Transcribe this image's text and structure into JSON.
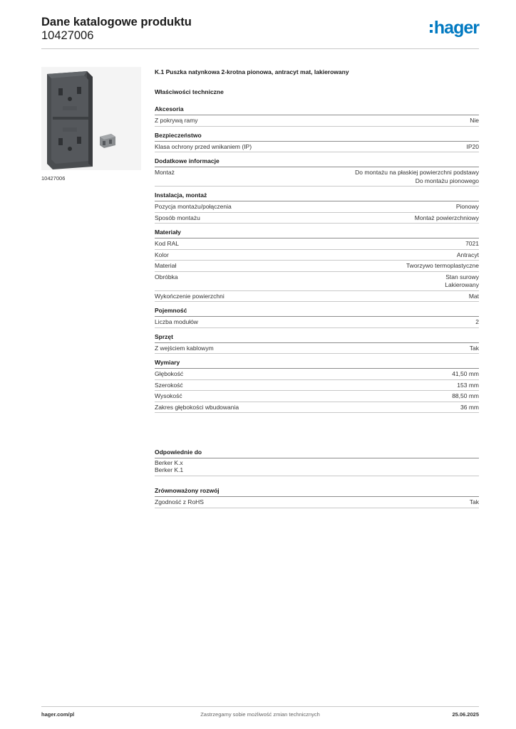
{
  "header": {
    "title": "Dane katalogowe produktu",
    "number": "10427006",
    "logo_text": "hager",
    "brand_color": "#0079c1"
  },
  "image": {
    "caption": "10427006"
  },
  "product": {
    "name": "K.1 Puszka natynkowa 2-krotna pionowa, antracyt mat, lakierowany",
    "props_heading": "Właściwości techniczne"
  },
  "groups": [
    {
      "title": "Akcesoria",
      "rows": [
        {
          "label": "Z pokrywą ramy",
          "values": [
            "Nie"
          ]
        }
      ]
    },
    {
      "title": "Bezpieczeństwo",
      "rows": [
        {
          "label": "Klasa ochrony przed wnikaniem (IP)",
          "values": [
            "IP20"
          ]
        }
      ]
    },
    {
      "title": "Dodatkowe informacje",
      "rows": [
        {
          "label": "Montaż",
          "values": [
            "Do montażu na płaskiej powierzchni podstawy",
            "Do montażu pionowego"
          ]
        }
      ]
    },
    {
      "title": "Instalacja, montaż",
      "rows": [
        {
          "label": "Pozycja montażu/połączenia",
          "values": [
            "Pionowy"
          ]
        },
        {
          "label": "Sposób montażu",
          "values": [
            "Montaż powierzchniowy"
          ]
        }
      ]
    },
    {
      "title": "Materiały",
      "rows": [
        {
          "label": "Kod RAL",
          "values": [
            "7021"
          ]
        },
        {
          "label": "Kolor",
          "values": [
            "Antracyt"
          ]
        },
        {
          "label": "Materiał",
          "values": [
            "Tworzywo termoplastyczne"
          ]
        },
        {
          "label": "Obróbka",
          "values": [
            "Stan surowy",
            "Lakierowany"
          ]
        },
        {
          "label": "Wykończenie powierzchni",
          "values": [
            "Mat"
          ]
        }
      ]
    },
    {
      "title": "Pojemność",
      "rows": [
        {
          "label": "Liczba modułów",
          "values": [
            "2"
          ]
        }
      ]
    },
    {
      "title": "Sprzęt",
      "rows": [
        {
          "label": "Z wejściem kablowym",
          "values": [
            "Tak"
          ]
        }
      ]
    },
    {
      "title": "Wymiary",
      "rows": [
        {
          "label": "Głębokość",
          "values": [
            "41,50 mm"
          ]
        },
        {
          "label": "Szerokość",
          "values": [
            "153 mm"
          ]
        },
        {
          "label": "Wysokość",
          "values": [
            "88,50 mm"
          ]
        },
        {
          "label": "Zakres głębokości wbudowania",
          "values": [
            "36 mm"
          ]
        }
      ]
    }
  ],
  "compatible": {
    "title": "Odpowiednie do",
    "items": [
      "Berker K.x",
      "Berker K.1"
    ]
  },
  "sustainability": {
    "title": "Zrównoważony rozwój",
    "rows": [
      {
        "label": "Zgodność z RoHS",
        "values": [
          "Tak"
        ]
      }
    ]
  },
  "footer": {
    "site": "hager.com/pl",
    "note": "Zastrzegamy sobie możliwość zmian technicznych",
    "date": "25.06.2025"
  }
}
